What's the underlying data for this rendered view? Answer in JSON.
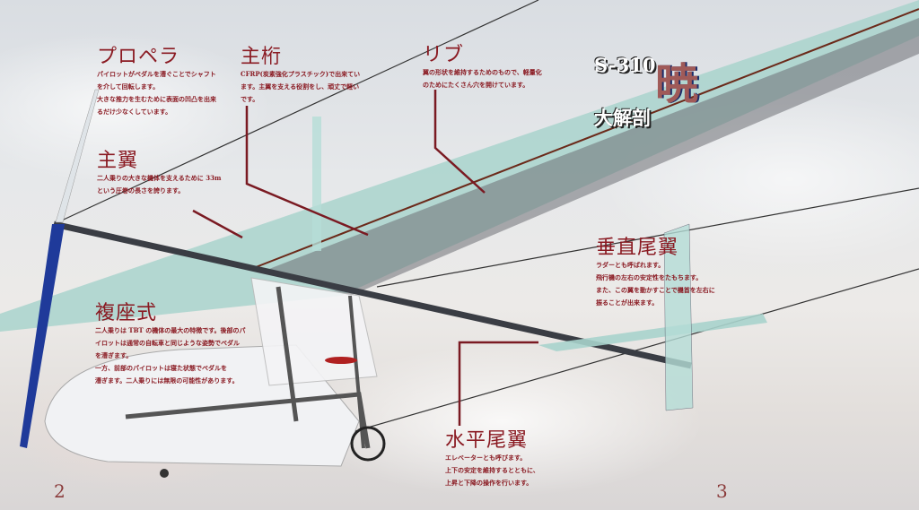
{
  "title": {
    "code": "S-310",
    "name": "暁",
    "subtitle": "大解剖"
  },
  "sections": [
    {
      "id": "propeller",
      "heading": "プロペラ",
      "body": "パイロットがペダルを漕ぐことでシャフト\nを介して回転します。\n大きな推力を生むために表面の凹凸を出来\nるだけ少なくしています。"
    },
    {
      "id": "main-spar",
      "heading": "主桁",
      "body": "CFRP(炭素強化プラスチック)で出来てい\nます。主翼を支える役割をし、頑丈で軽い\nです。"
    },
    {
      "id": "rib",
      "heading": "リブ",
      "body": "翼の形状を維持するためのもので、軽量化\nのためにたくさん穴を開けています。"
    },
    {
      "id": "main-wing",
      "heading": "主翼",
      "body": "二人乗りの大きな機体を支えるために 33m\nという圧巻の長さを誇ります。"
    },
    {
      "id": "tandem-seat",
      "heading": "複座式",
      "body": "二人乗りは TBT の機体の最大の特徴です。後部のパ\nイロットは通常の自転車と同じような姿勢でペダル\nを漕ぎます。\n一方、前部のパイロットは寝た状態でペダルを\n漕ぎます。二人乗りには無限の可能性があります。"
    },
    {
      "id": "vertical-tail",
      "heading": "垂直尾翼",
      "body": "ラダーとも呼ばれます。\n飛行機の左右の安定性をたもちます。\nまた、この翼を動かすことで機首を左右に\n振ることが出来ます。"
    },
    {
      "id": "horizontal-tail",
      "heading": "水平尾翼",
      "body": "エレベーターとも呼びます。\n上下の安定を維持するとともに、\n上昇と下降の操作を行います。"
    }
  ],
  "pages": {
    "left": "2",
    "right": "3"
  },
  "colors": {
    "accent": "#8a1a22",
    "wing": "#a9d3cc",
    "propeller": "#1f3a9a"
  }
}
